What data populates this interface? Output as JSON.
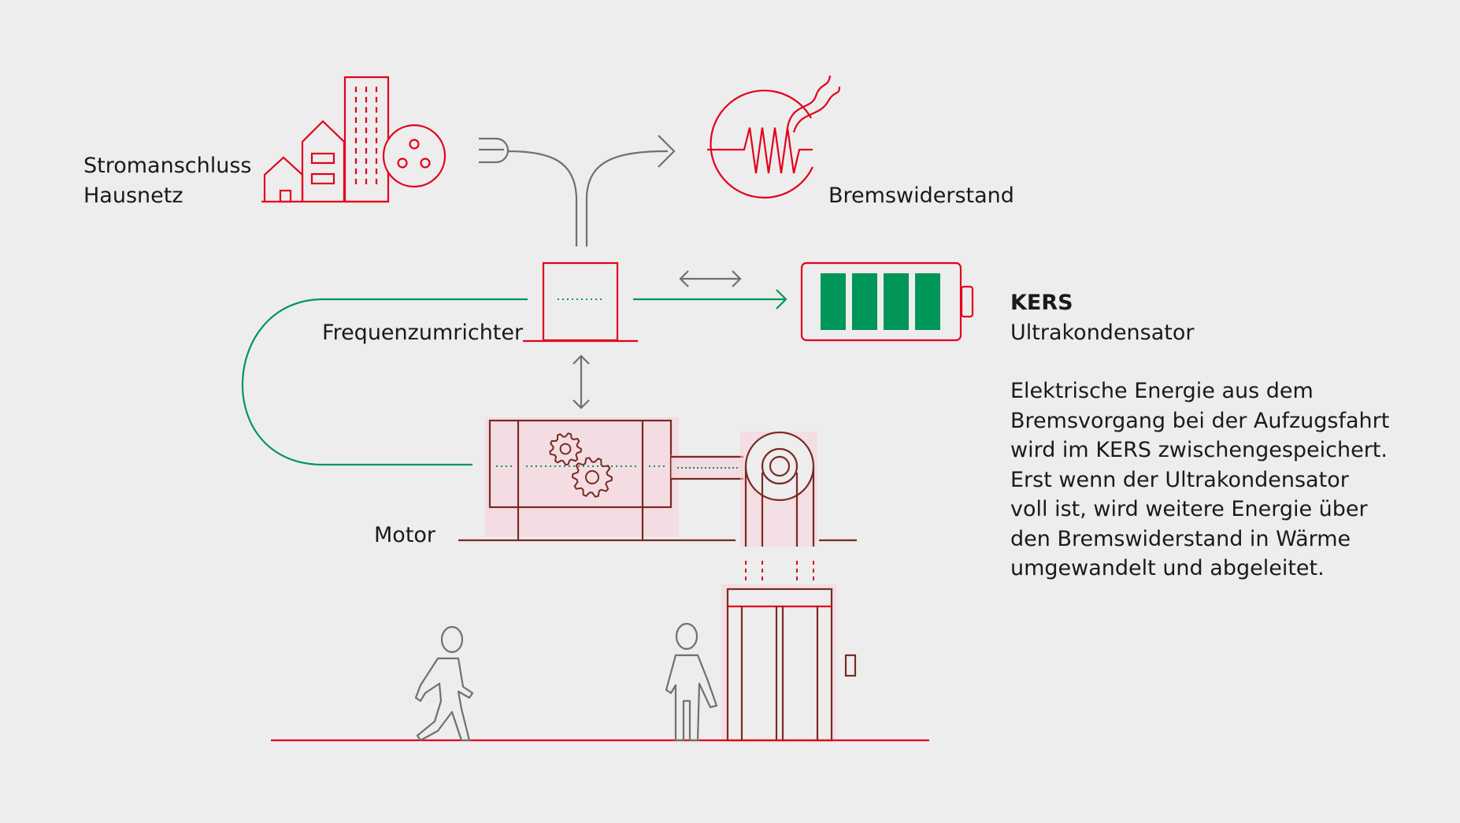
{
  "labels": {
    "grid_line1": "Stromanschluss",
    "grid_line2": "Hausnetz",
    "resistor": "Bremswiderstand",
    "converter": "Frequenzumrichter",
    "motor": "Motor",
    "kers_title": "KERS",
    "kers_subtitle": "Ultrakondensator"
  },
  "description_lines": [
    "Elektrische Energie aus dem",
    "Bremsvorgang bei der Aufzugsfahrt",
    "wird im KERS zwischengespeichert.",
    "Erst wenn der Ultrakondensator",
    "voll ist, wird weitere Energie über",
    "den Bremswiderstand in Wärme",
    "umgewandelt und abgeleitet."
  ],
  "colors": {
    "background": "#ededed",
    "red": "#e3001b",
    "brown": "#7a2a22",
    "green": "#00965a",
    "gray": "#707070",
    "text": "#1a1a1a"
  },
  "battery": {
    "fill_level": 1.0,
    "cells": 4
  }
}
